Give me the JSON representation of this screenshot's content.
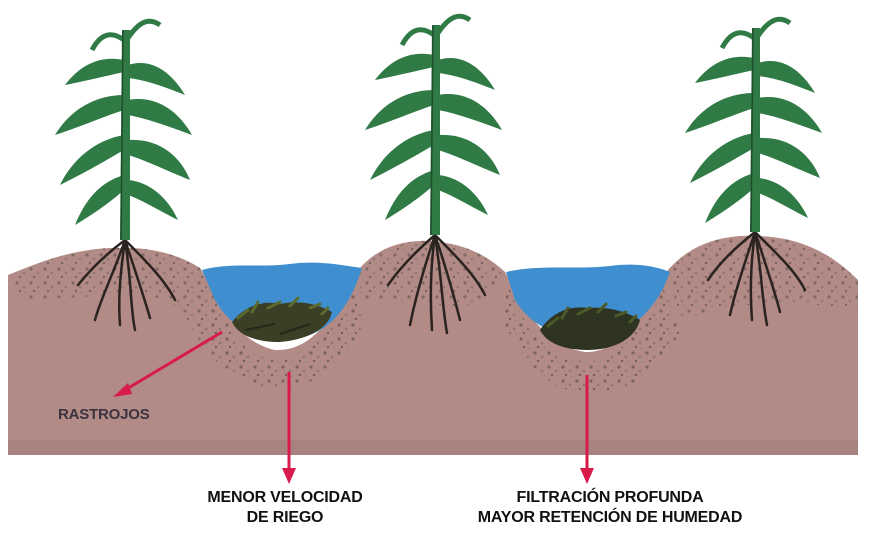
{
  "labels": {
    "rastrojos": "RASTROJOS",
    "menor_line1": "MENOR VELOCIDAD",
    "menor_line2": "DE RIEGO",
    "filtracion_line1": "FILTRACIÓN PROFUNDA",
    "filtracion_line2": "MAYOR RETENCIÓN DE HUMEDAD"
  },
  "colors": {
    "soil": "#b28a86",
    "soil_dark": "#6f5a55",
    "water": "#3f8fd0",
    "plant": "#2f7a45",
    "plant_dark": "#1f4d2c",
    "roots": "#2a2320",
    "arrow": "#d81b4a",
    "stubble": "#3a3f25",
    "label": "#111111"
  },
  "icons": [
    "corn-plant-icon",
    "root-icon",
    "furrow-water-icon",
    "stubble-icon",
    "arrow-icon"
  ]
}
